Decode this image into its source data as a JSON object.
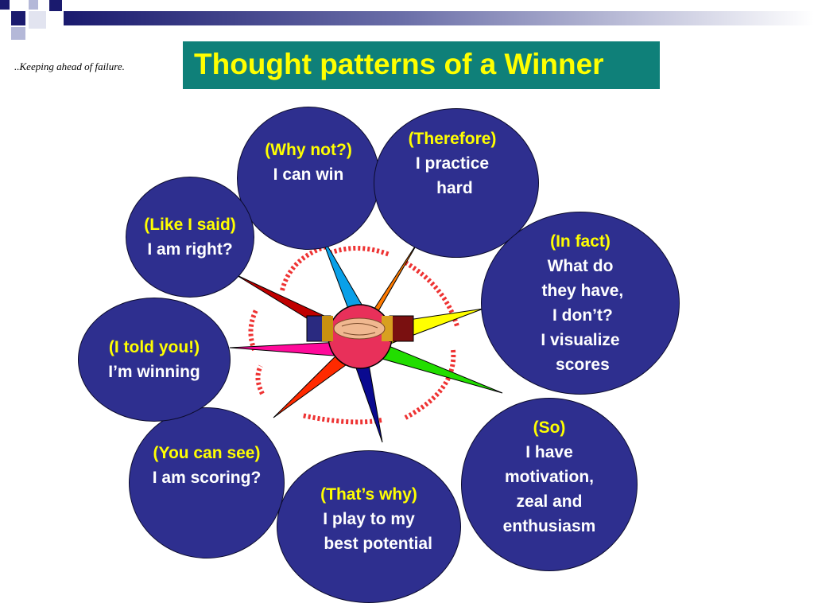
{
  "header": {
    "tagline": "..Keeping ahead of failure.",
    "title": "Thought patterns of a Winner"
  },
  "colors": {
    "title_bg": "#0f8079",
    "title_text": "#ffff00",
    "bubble_fill": "#2e2f8f",
    "cue_text": "#ffff00",
    "body_text": "#ffffff",
    "accent_navy": "#1a1a6e"
  },
  "bubbles": [
    {
      "cue": "(Why not?)",
      "body": "I can win"
    },
    {
      "cue": "(Therefore)",
      "body": "I practice\n hard"
    },
    {
      "cue": "(In fact)",
      "body": "What do\n they have,\n I don’t?\nI visualize\n scores"
    },
    {
      "cue": "(So)",
      "body": "I have\nmotivation,\nzeal and\nenthusiasm"
    },
    {
      "cue": "(That’s why)",
      "body": "I play to my\n    best potential"
    },
    {
      "cue": "(You can see)",
      "body": "I am scoring?"
    },
    {
      "cue": "(I told you!)",
      "body": "I’m winning"
    },
    {
      "cue": "(Like I said)",
      "body": "I am right?"
    }
  ],
  "center": {
    "icon": "handshake-icon",
    "star_colors": [
      "#0aa0e8",
      "#ff7a00",
      "#ffff00",
      "#22dd00",
      "#00aa44",
      "#0a0a90",
      "#ff2a00",
      "#ff0a9a",
      "#d00000",
      "#c00000"
    ]
  }
}
